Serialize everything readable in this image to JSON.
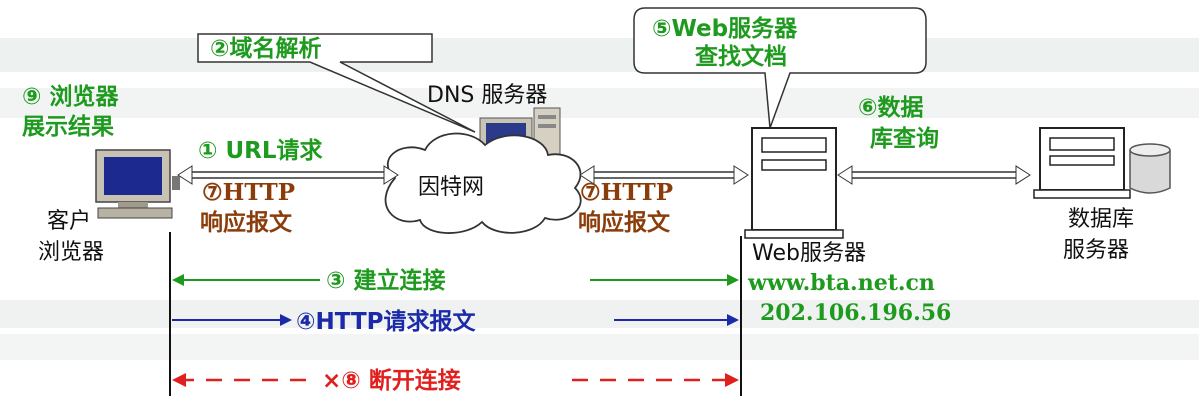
{
  "callouts": {
    "dns_resolve": "②域名解析",
    "web_find_line1": "⑤Web服务器",
    "web_find_line2": "查找文档"
  },
  "nodes": {
    "dns_server": "DNS 服务器",
    "internet": "因特网",
    "client_line1": "客户",
    "client_line2": "浏览器",
    "web_server": "Web服务器",
    "web_domain": "www.bta.net.cn",
    "web_ip": "202.106.196.56",
    "db_line1": "数据库",
    "db_line2": "服务器"
  },
  "steps": {
    "browser_show_line1": "⑨ 浏览器",
    "browser_show_line2": "展示结果",
    "url_request": "① URL请求",
    "http_resp_left_line1": "⑦HTTP",
    "http_resp_left_line2": "响应报文",
    "http_resp_right_line1": "⑦HTTP",
    "http_resp_right_line2": "响应报文",
    "db_query_line1": "⑥数据",
    "db_query_line2": "库查询",
    "connect": "③  建立连接",
    "http_request": "④HTTP请求报文",
    "disconnect": "×⑧  断开连接"
  },
  "colors": {
    "green": "#1e9a1e",
    "brown": "#8a3d0a",
    "blue": "#1a2aa8",
    "red": "#e0201e",
    "black": "#111111"
  }
}
